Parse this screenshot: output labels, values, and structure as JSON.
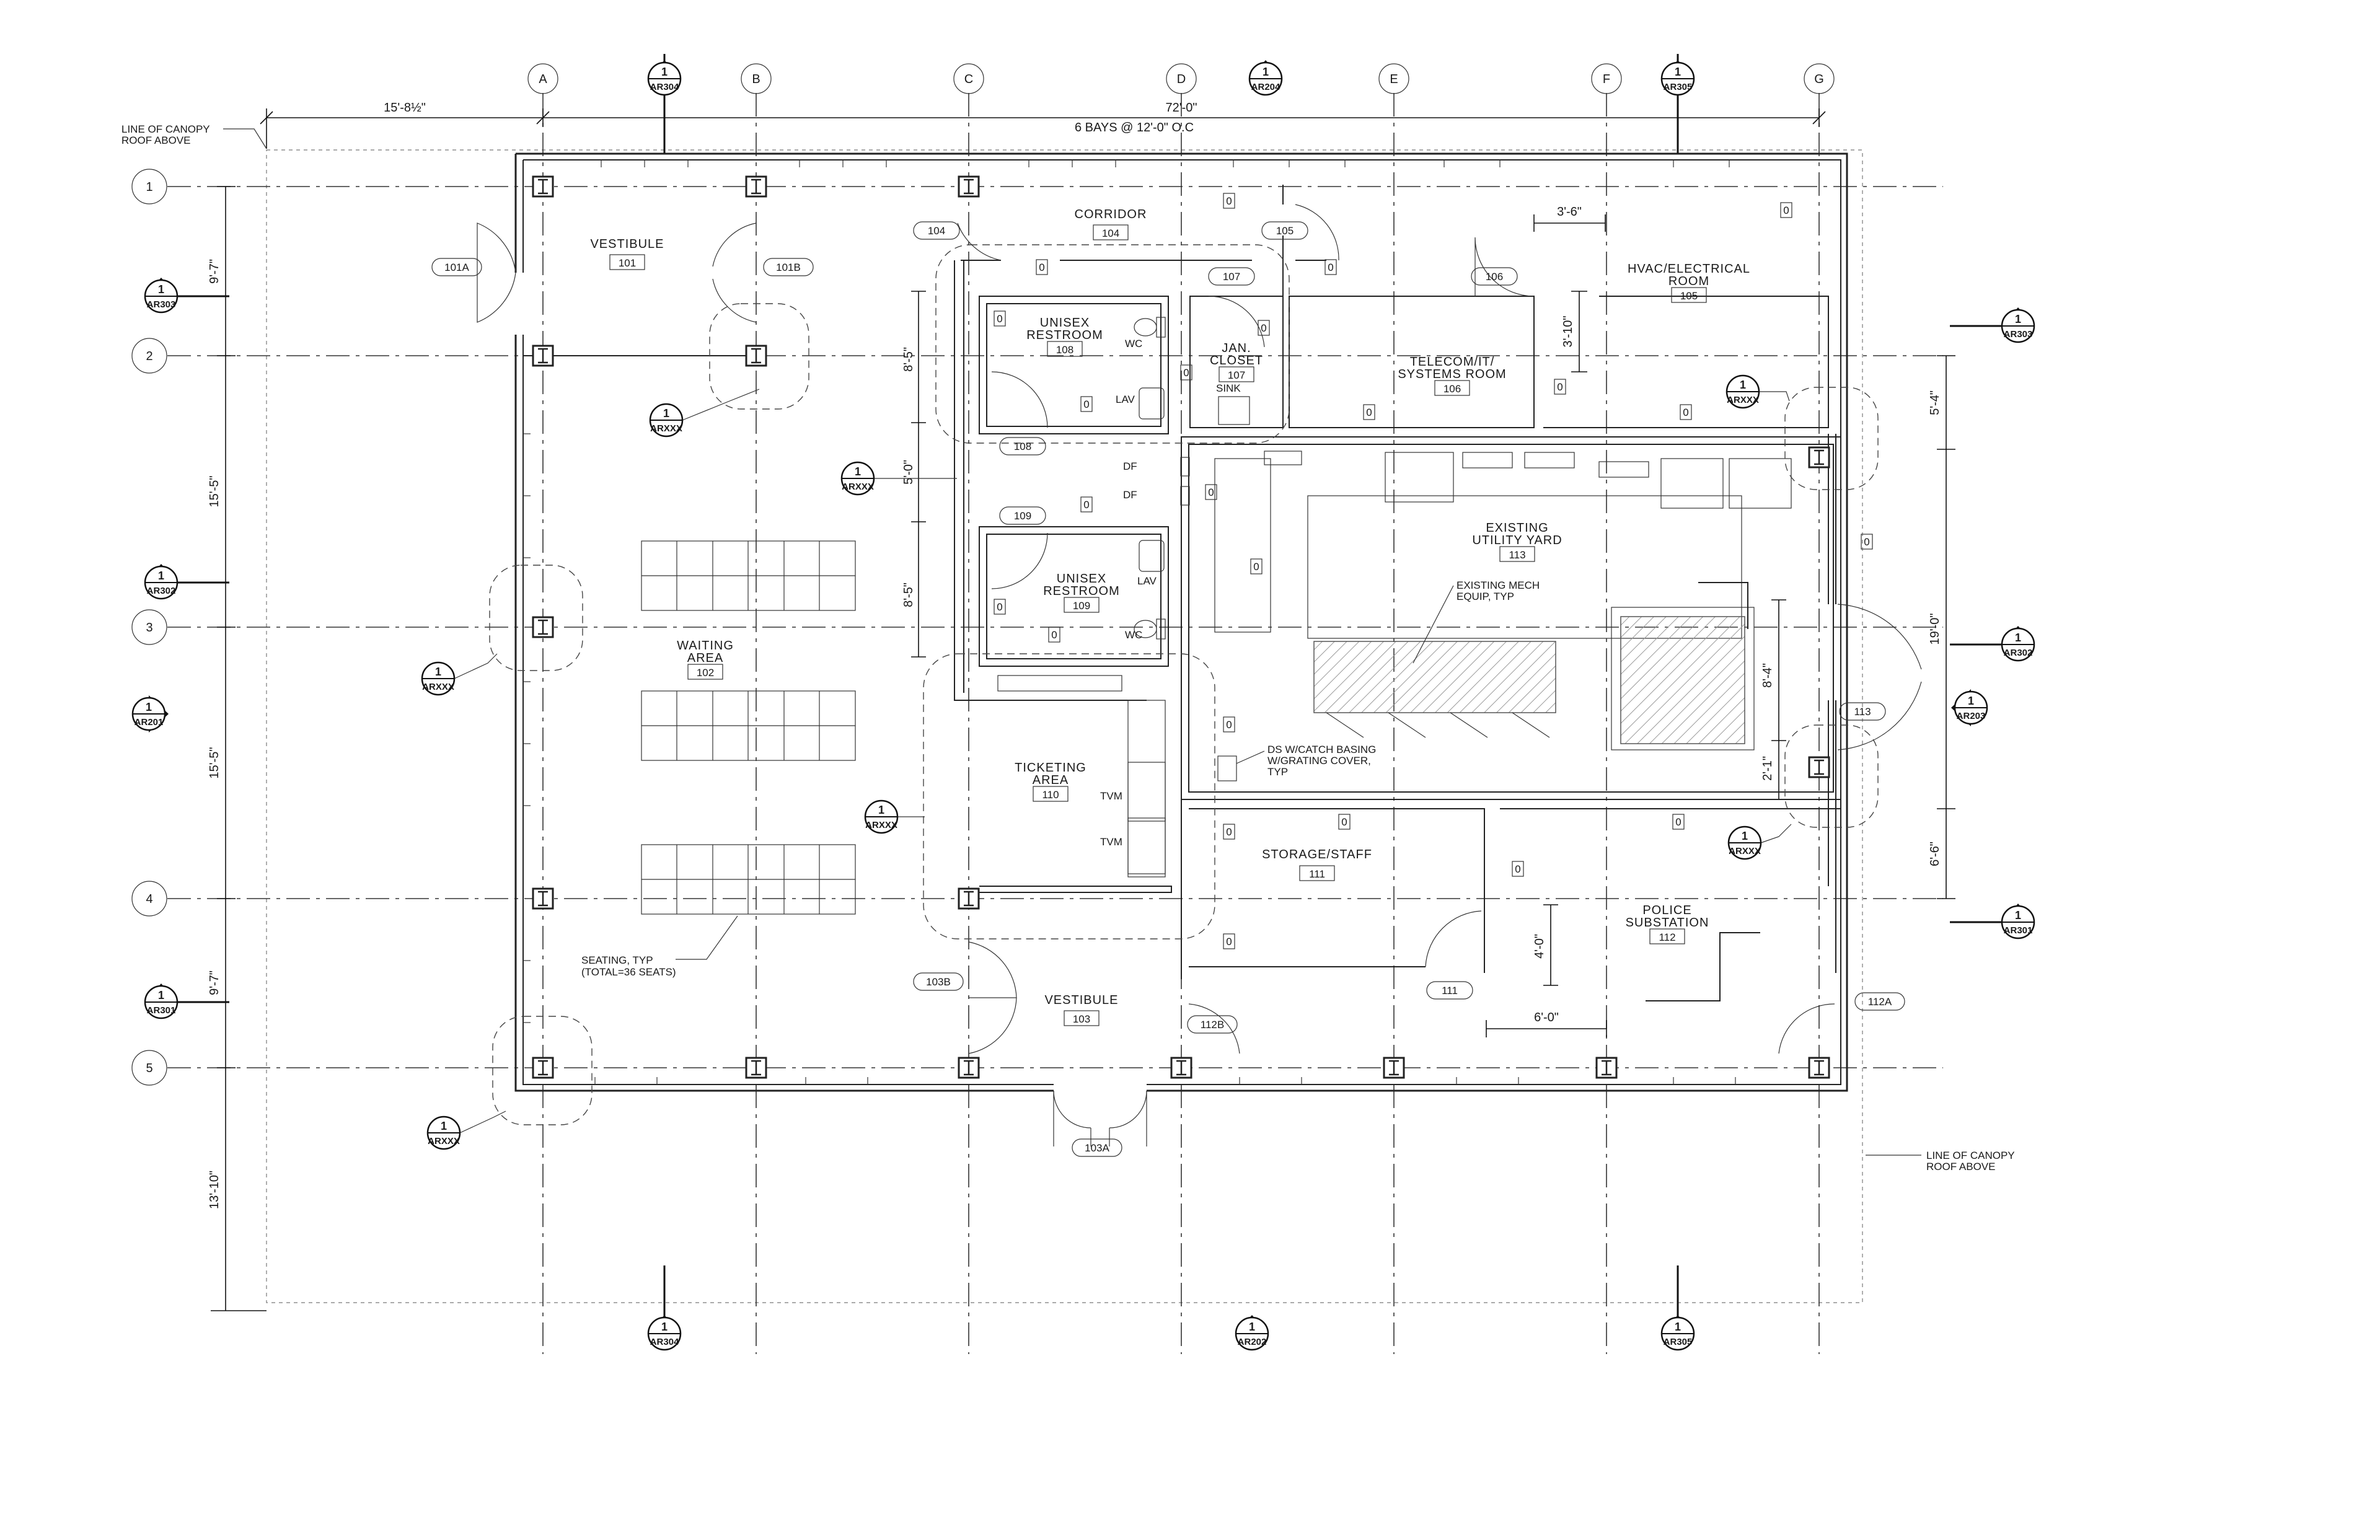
{
  "grid": {
    "columns": [
      "A",
      "B",
      "C",
      "D",
      "E",
      "F",
      "G"
    ],
    "rows": [
      "1",
      "2",
      "3",
      "4",
      "5"
    ]
  },
  "dimensions": {
    "overall": "72'-0\"",
    "bays": "6 BAYS @ 12'-0\" O.C",
    "canopy_left": "15'-8½\"",
    "row_1_2": "9'-7\"",
    "row_2_3": "15'-5\"",
    "row_3_4": "15'-5\"",
    "row_4_5": "9'-7\"",
    "canopy_bottom": "13'-10\"",
    "restroom_upper": "8'-5\"",
    "df_alcove": "5'-0\"",
    "restroom_lower": "8'-5\"",
    "hvac_door": "3'-6\"",
    "hvac_depth": "3'-10\"",
    "right_upper": "5'-4\"",
    "right_mid": "19'-0\"",
    "right_lower": "6'-6\"",
    "yard_depth": "8'-4\"",
    "yard_small": "2'-1\"",
    "police_vert": "4'-0\"",
    "police_horiz": "6'-0\""
  },
  "rooms": {
    "vestibule_101": {
      "name": "VESTIBULE",
      "num": "101"
    },
    "waiting_102": {
      "name1": "WAITING",
      "name2": "AREA",
      "num": "102"
    },
    "vestibule_103": {
      "name": "VESTIBULE",
      "num": "103"
    },
    "corridor_104": {
      "name": "CORRIDOR",
      "num": "104"
    },
    "hvac_105": {
      "name1": "HVAC/ELECTRICAL",
      "name2": "ROOM",
      "num": "105"
    },
    "telecom_106": {
      "name1": "TELECOM/IT/",
      "name2": "SYSTEMS ROOM",
      "num": "106"
    },
    "jan_107": {
      "name1": "JAN.",
      "name2": "CLOSET",
      "num": "107"
    },
    "restroom_108": {
      "name1": "UNISEX",
      "name2": "RESTROOM",
      "num": "108"
    },
    "restroom_109": {
      "name1": "UNISEX",
      "name2": "RESTROOM",
      "num": "109"
    },
    "ticketing_110": {
      "name1": "TICKETING",
      "name2": "AREA",
      "num": "110"
    },
    "storage_111": {
      "name": "STORAGE/STAFF",
      "num": "111"
    },
    "police_112": {
      "name1": "POLICE",
      "name2": "SUBSTATION",
      "num": "112"
    },
    "yard_113": {
      "name1": "EXISTING",
      "name2": "UTILITY YARD",
      "num": "113"
    }
  },
  "door_tags": {
    "d101a": "101A",
    "d101b": "101B",
    "d103a": "103A",
    "d103b": "103B",
    "d104": "104",
    "d105": "105",
    "d106": "106",
    "d107": "107",
    "d108": "108",
    "d109": "109",
    "d111": "111",
    "d112a": "112A",
    "d112b": "112B",
    "d113": "113"
  },
  "fixtures": {
    "wc": "WC",
    "lav": "LAV",
    "sink": "SINK",
    "df": "DF",
    "tvm": "TVM"
  },
  "notes": {
    "canopy_1": "LINE OF CANOPY",
    "canopy_2": "ROOF ABOVE",
    "seating_1": "SEATING, TYP",
    "seating_2": "(TOTAL=36 SEATS)",
    "mech_1": "EXISTING MECH",
    "mech_2": "EQUIP, TYP",
    "ds_1": "DS W/CATCH BASING",
    "ds_2": "W/GRATING COVER,",
    "ds_3": "TYP"
  },
  "sections": {
    "num": "1",
    "ar304": "AR304",
    "ar204": "AR204",
    "ar305": "AR305",
    "ar303": "AR303",
    "ar302": "AR302",
    "ar301": "AR301",
    "ar201": "AR201",
    "ar203": "AR203",
    "ar202": "AR202",
    "arxxx": "ARXXX"
  },
  "wall_tag": "0"
}
